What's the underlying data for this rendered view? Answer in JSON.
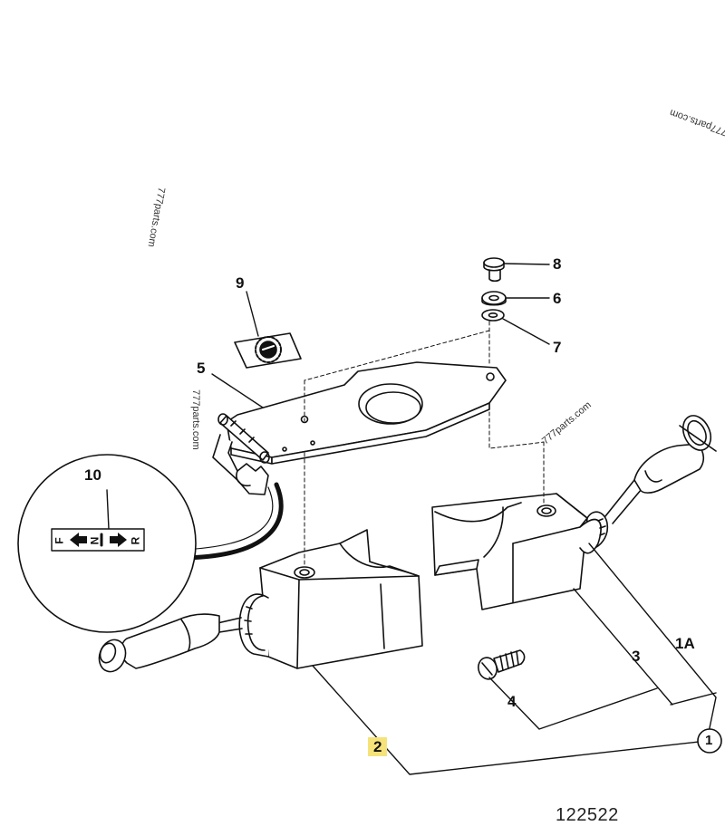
{
  "callouts": {
    "c1": "1",
    "c1A": "1A",
    "c2": "2",
    "c3": "3",
    "c4": "4",
    "c5": "5",
    "c6": "6",
    "c7": "7",
    "c8": "8",
    "c9": "9",
    "c10": "10"
  },
  "decal": {
    "f": "F",
    "n": "N",
    "r": "R"
  },
  "watermarks": {
    "w1": "777parts.com",
    "w2": "777parts.com",
    "w3": "777parts.com",
    "w4": "777parts.com"
  },
  "drawing_number": "122522",
  "colors": {
    "line": "#111111",
    "highlight": "#f5e27a",
    "paper": "#ffffff"
  }
}
